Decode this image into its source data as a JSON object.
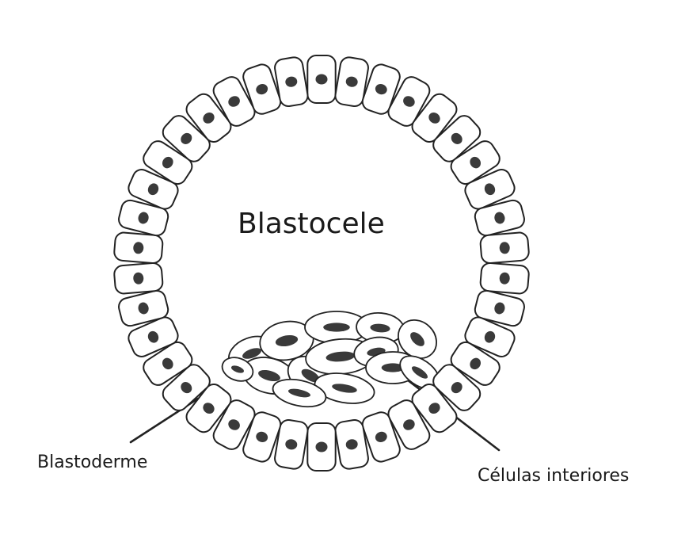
{
  "labels": {
    "cavity": "Blastocele",
    "blastoderm": "Blastoderme",
    "inner_cells": "Células interiores"
  },
  "colors": {
    "outline": "#222222",
    "cell_fill": "#ffffff",
    "nucleus": "#3a3a3a",
    "text": "#1a1a1a"
  },
  "structure": {
    "outer_cell_count": 38,
    "inner_cell_count": 14
  }
}
